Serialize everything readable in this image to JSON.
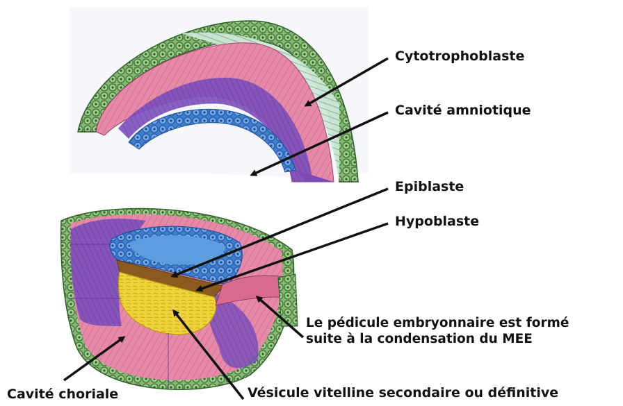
{
  "labels": {
    "cytotrophoblaste": "Cytotrophoblaste",
    "cavite_amniotique": "Cavité amniotique",
    "epiblaste": "Epiblaste",
    "hypoblaste": "Hypoblaste",
    "pedicule_line1": "Le pédicule embryonnaire est formé",
    "pedicule_line2": "suite à la condensation du MEE",
    "cavite_choriale": "Cavité choriale",
    "vesicule": "Vésicule vitelline secondaire ou définitive"
  },
  "colors": {
    "trophoblast_green": "#7aa86a",
    "cell_nucleus": "#2f5f2a",
    "mesoderm_pink": "#e88aa8",
    "mesoderm_purple": "#7a4bb8",
    "amniotic_blue": "#4f8fd8",
    "amniotic_light": "#9cc4f0",
    "yolk_yellow": "#f0d33a",
    "epiblast_brown": "#8a5a1e",
    "syncytium_mint": "#cfe8d8",
    "arrow": "#111111"
  }
}
